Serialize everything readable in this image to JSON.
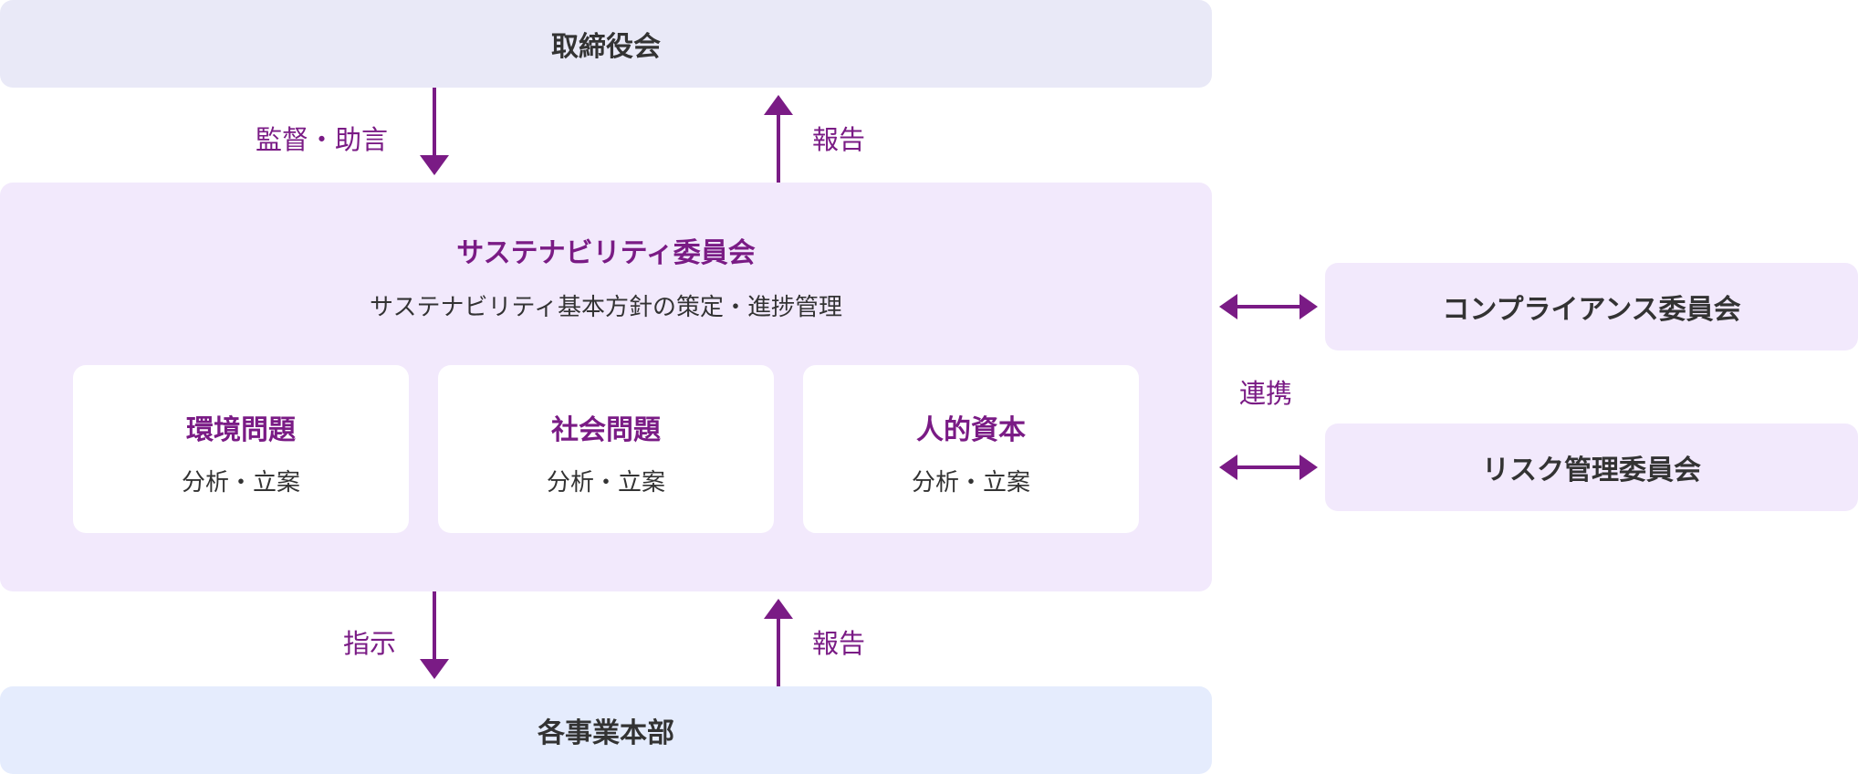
{
  "board": {
    "title": "取締役会"
  },
  "sustainability": {
    "title": "サステナビリティ委員会",
    "subtitle": "サステナビリティ基本方針の策定・進捗管理",
    "cards": [
      {
        "title": "環境問題",
        "sub": "分析・立案"
      },
      {
        "title": "社会問題",
        "sub": "分析・立案"
      },
      {
        "title": "人的資本",
        "sub": "分析・立案"
      }
    ]
  },
  "departments": {
    "title": "各事業本部"
  },
  "side": {
    "compliance": "コンプライアンス委員会",
    "risk": "リスク管理委員会"
  },
  "labels": {
    "supervise": "監督・助言",
    "report_top": "報告",
    "instruct": "指示",
    "report_bottom": "報告",
    "collaborate": "連携"
  },
  "colors": {
    "accent": "#7a1b85",
    "board_bg": "#e9e9f7",
    "committee_bg": "#f2e9fc",
    "dept_bg": "#e5ecfd",
    "text": "#333333"
  }
}
